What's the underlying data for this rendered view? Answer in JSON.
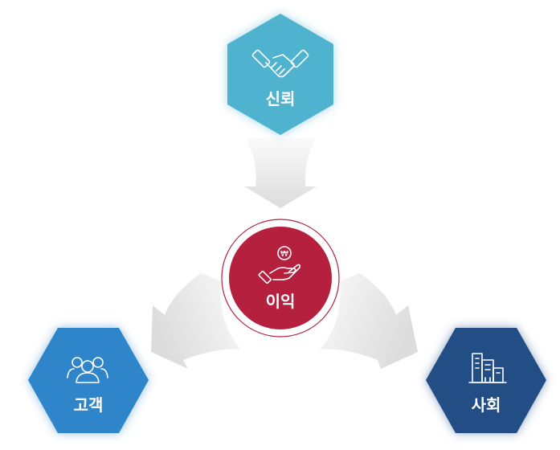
{
  "nodes": {
    "top": {
      "label": "신뢰",
      "icon": "handshake-icon",
      "color": "#4fb3d0"
    },
    "center": {
      "label": "이익",
      "icon": "hand-coin-icon",
      "coin_symbol": "₩",
      "color": "#b5203f"
    },
    "left": {
      "label": "고객",
      "icon": "users-icon",
      "color": "#2e85c9"
    },
    "right": {
      "label": "사회",
      "icon": "building-icon",
      "color": "#234e85"
    }
  }
}
